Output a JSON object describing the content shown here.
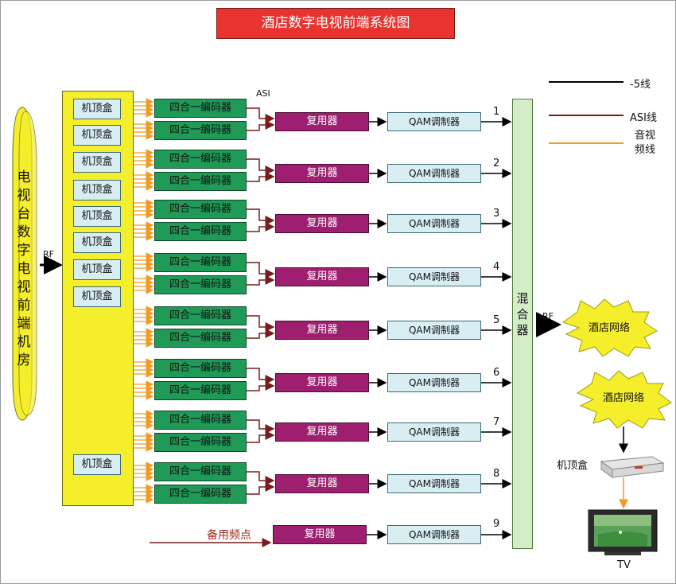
{
  "title": "酒店数字电视前端系统图",
  "source_room": "电视台数字电视前端机房",
  "rf_label": "RF",
  "asi_label": "ASI",
  "stb_label": "机顶盒",
  "encoder_label": "四合一编码器",
  "mux_label": "复用器",
  "qam_label": "QAM调制器",
  "mixer_label": "混合器",
  "network_label": "酒店网络",
  "spare_label": "备用频点",
  "tv_label": "TV",
  "channel_numbers": [
    "1",
    "2",
    "3",
    "4",
    "5",
    "6",
    "7",
    "8",
    "9"
  ],
  "legend": [
    {
      "label": "-5线",
      "color": "#000000"
    },
    {
      "label": "ASI线",
      "color": "#7a1c1c"
    },
    {
      "label": "音视频线",
      "color": "#f39a1f"
    }
  ]
}
